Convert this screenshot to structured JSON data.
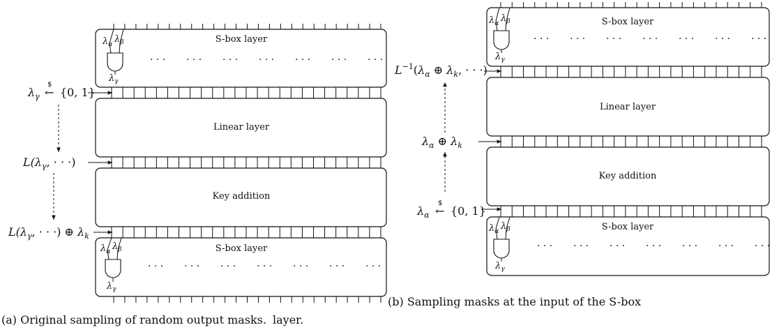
{
  "diagram_a": {
    "boxes": {
      "sbox_top": "S-box layer",
      "linear": "Linear layer",
      "key": "Key addition",
      "sbox_bottom": "S-box layer"
    },
    "labels": {
      "sample": {
        "lhs": "λ",
        "lhs_sub": "γ",
        "arrow_sym": "←",
        "dollar": "$",
        "rhs": "{0, 1}"
      },
      "after_linear": {
        "L": "L(",
        "lam": "λ",
        "lam_sub": "γ",
        "rest": ", · · ·)"
      },
      "after_key": {
        "L": "L(",
        "lam": "λ",
        "lam_sub": "γ",
        "rest": ", · · ·) ⊕ ",
        "lam2": "λ",
        "lam2_sub": "k"
      }
    },
    "gate_labels": {
      "a": "λ",
      "a_sub": "α",
      "b": "λ",
      "b_sub": "β",
      "c": "λ",
      "c_sub": "γ"
    },
    "dots": "· · ·",
    "caption": "(a) Original sampling of random output masks."
  },
  "diagram_b": {
    "boxes": {
      "sbox_top": "S-box layer",
      "linear": "Linear layer",
      "key": "Key addition",
      "sbox_bottom": "S-box layer"
    },
    "labels": {
      "inverse": {
        "L": "L",
        "sup": "−1",
        "open": "(",
        "lam": "λ",
        "lam_sub": "α",
        "plus": " ⊕ ",
        "lam2": "λ",
        "lam2_sub": "k",
        "rest": ", · · ·)"
      },
      "after_key": {
        "lam": "λ",
        "lam_sub": "α",
        "plus": " ⊕ ",
        "lam2": "λ",
        "lam2_sub": "k"
      },
      "sample": {
        "lhs": "λ",
        "lhs_sub": "α",
        "arrow_sym": "←",
        "dollar": "$",
        "rhs": "{0, 1}"
      }
    },
    "caption_line1": "(b) Sampling masks at the input of the S-box",
    "caption_line2": "layer."
  }
}
